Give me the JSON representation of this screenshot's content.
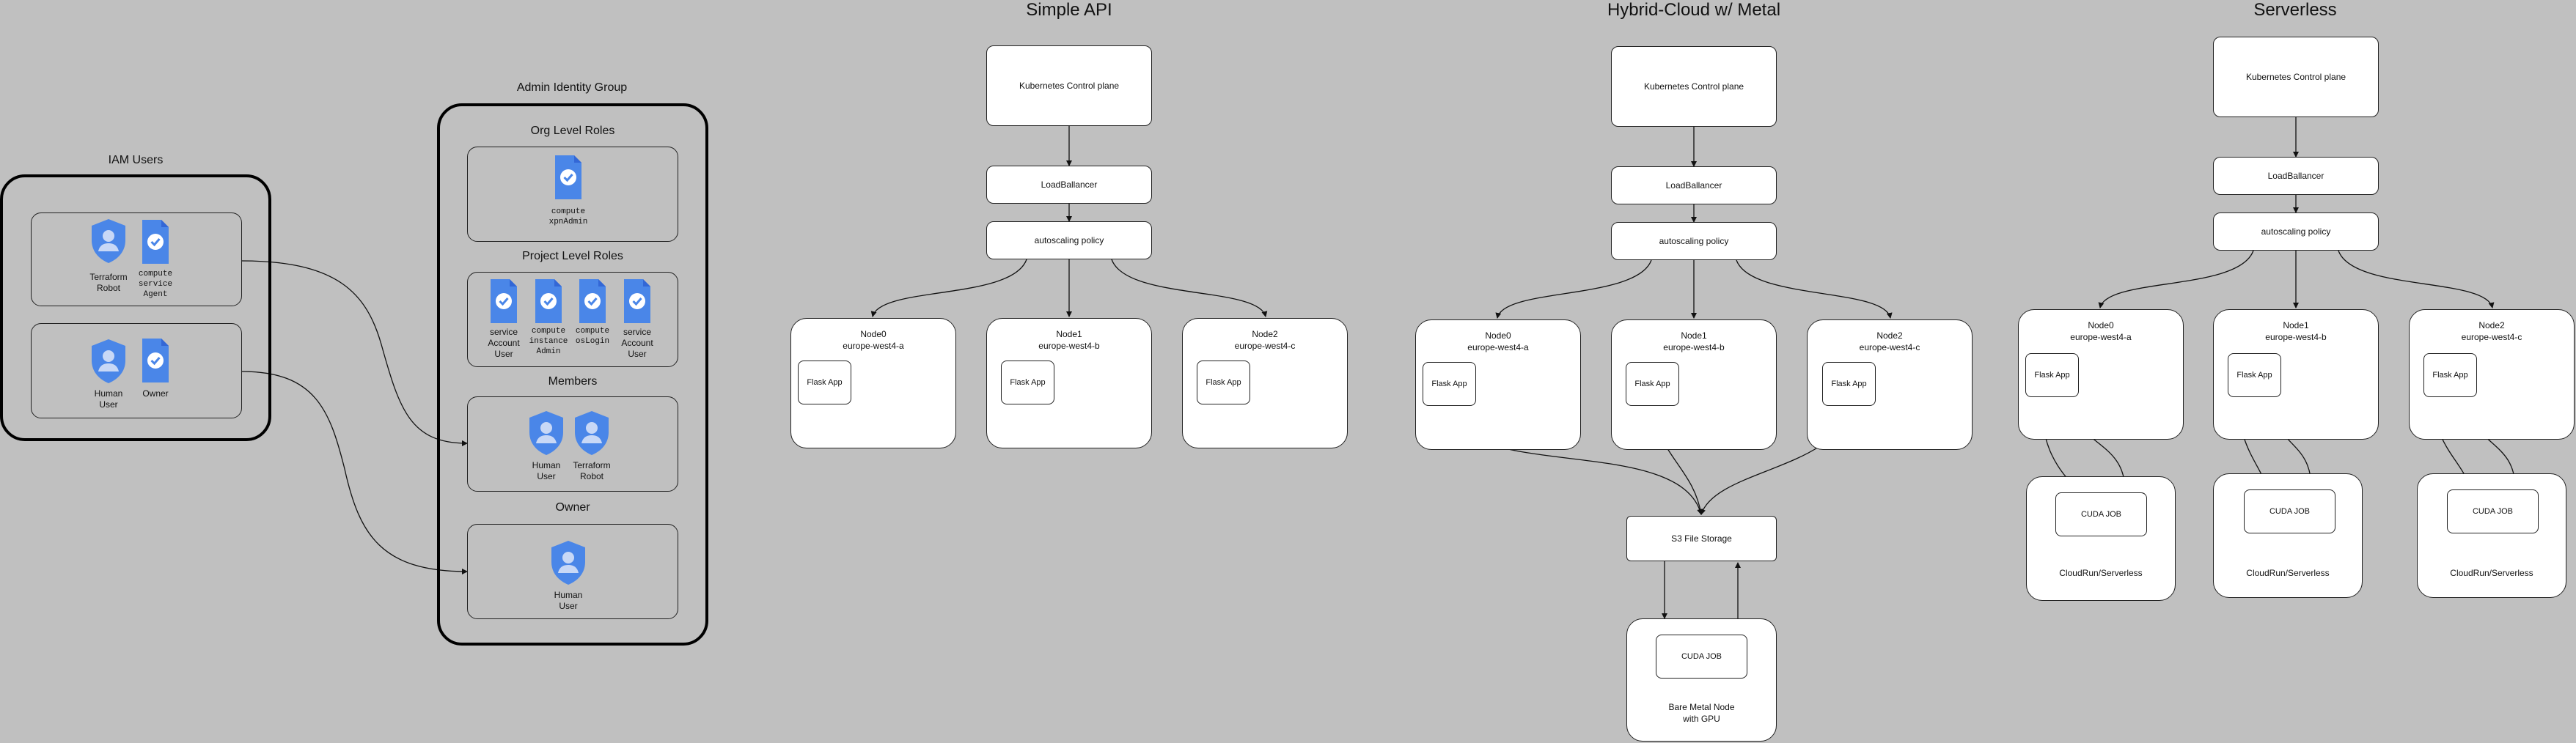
{
  "iam": {
    "title": "IAM Users",
    "row1": {
      "shield_label": "Terraform\nRobot",
      "doc_label": "compute\nservice\nAgent"
    },
    "row2": {
      "shield_label": "Human\nUser",
      "doc_label": "Owner"
    }
  },
  "admin": {
    "title": "Admin Identity Group",
    "org_title": "Org Level Roles",
    "org_role": "compute\nxpnAdmin",
    "project_title": "Project Level Roles",
    "project_roles": [
      "service\nAccount\nUser",
      "compute\ninstance\nAdmin",
      "compute\nosLogin",
      "service\nAccount\nUser"
    ],
    "members_title": "Members",
    "members": [
      "Human\nUser",
      "Terraform\nRobot"
    ],
    "owner_title": "Owner",
    "owner_member": "Human\nUser"
  },
  "simple": {
    "title": "Simple API",
    "control": "Kubernetes Control plane",
    "lb": "LoadBallancer",
    "autoscale": "autoscaling policy",
    "nodes": [
      {
        "name": "Node0",
        "zone": "europe-west4-a",
        "app": "Flask App"
      },
      {
        "name": "Node1",
        "zone": "europe-west4-b",
        "app": "Flask App"
      },
      {
        "name": "Node2",
        "zone": "europe-west4-c",
        "app": "Flask App"
      }
    ]
  },
  "hybrid": {
    "title": "Hybrid-Cloud w/ Metal",
    "control": "Kubernetes Control plane",
    "lb": "LoadBallancer",
    "autoscale": "autoscaling policy",
    "nodes": [
      {
        "name": "Node0",
        "zone": "europe-west4-a",
        "app": "Flask App"
      },
      {
        "name": "Node1",
        "zone": "europe-west4-b",
        "app": "Flask App"
      },
      {
        "name": "Node2",
        "zone": "europe-west4-c",
        "app": "Flask App"
      }
    ],
    "storage": "S3 File Storage",
    "cuda": "CUDA JOB",
    "metal": "Bare Metal Node\nwith GPU"
  },
  "serverless": {
    "title": "Serverless",
    "control": "Kubernetes Control plane",
    "lb": "LoadBallancer",
    "autoscale": "autoscaling policy",
    "nodes": [
      {
        "name": "Node0",
        "zone": "europe-west4-a",
        "app": "Flask App"
      },
      {
        "name": "Node1",
        "zone": "europe-west4-b",
        "app": "Flask App"
      },
      {
        "name": "Node2",
        "zone": "europe-west4-c",
        "app": "Flask App"
      }
    ],
    "cuda": "CUDA JOB",
    "run": "CloudRun/Serverless"
  },
  "colors": {
    "icon_blue": "#4a86e8",
    "icon_blue_dark": "#3367d6",
    "background": "#c0c0c0"
  }
}
